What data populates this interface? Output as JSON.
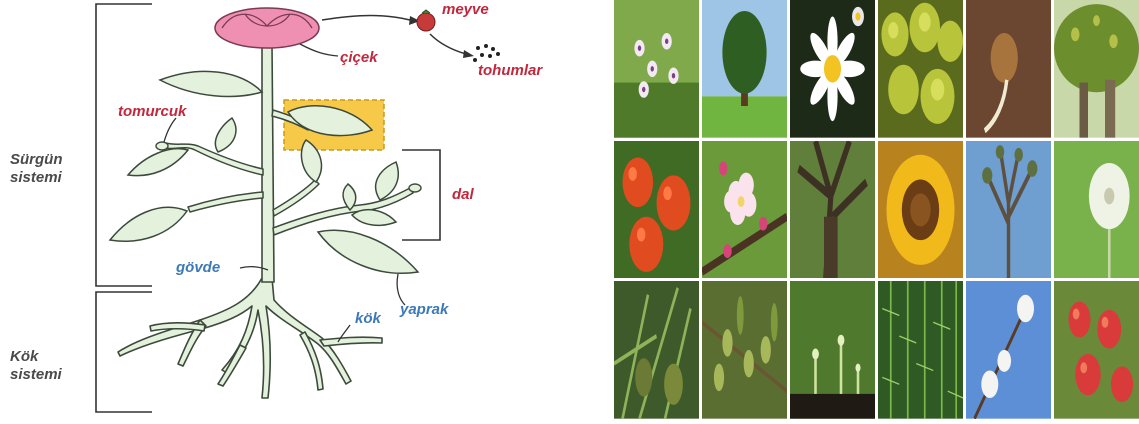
{
  "labels": {
    "meyve": "meyve",
    "cicek": "çiçek",
    "tohumlar": "tohumlar",
    "tomurcuk": "tomurcuk",
    "surgun_line1": "Sürgün",
    "surgun_line2": "sistemi",
    "dal": "dal",
    "govde": "gövde",
    "yaprak": "yaprak",
    "kok": "kök",
    "kok_sistemi_line1": "Kök",
    "kok_sistemi_line2": "sistemi"
  },
  "colors": {
    "label_red": "#c2273d",
    "label_blue": "#3b79b8",
    "plant_fill": "#e4f1dc",
    "plant_stroke": "#3c4a3c",
    "flower": "#ef8fb1",
    "highlight": "#f7c948"
  },
  "photo_grid": {
    "rows": 3,
    "columns": 6,
    "tiles": [
      {
        "subject": "orchid-flowers-icon"
      },
      {
        "subject": "tree-icon"
      },
      {
        "subject": "daisy-icon"
      },
      {
        "subject": "moss-icon"
      },
      {
        "subject": "sprouting-seed-icon"
      },
      {
        "subject": "tree-canopy-icon"
      },
      {
        "subject": "tomatoes-icon"
      },
      {
        "subject": "apple-blossom-icon"
      },
      {
        "subject": "tree-trunk-icon"
      },
      {
        "subject": "sunflower-icon"
      },
      {
        "subject": "bare-tree-icon"
      },
      {
        "subject": "dandelion-icon"
      },
      {
        "subject": "pineapple-plant-icon"
      },
      {
        "subject": "olive-branch-icon"
      },
      {
        "subject": "seedling-icon"
      },
      {
        "subject": "horsetail-icon"
      },
      {
        "subject": "cotton-icon"
      },
      {
        "subject": "apple-fruit-icon"
      }
    ]
  }
}
